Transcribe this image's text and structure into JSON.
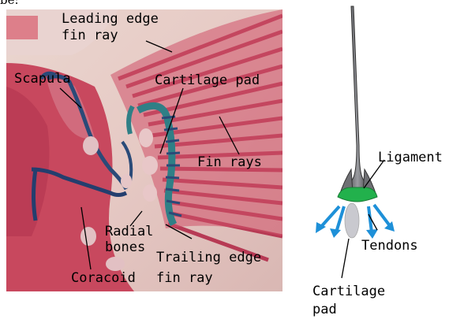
{
  "top_fragment": "be:",
  "left_panel": {
    "labels": {
      "leading_edge_line1": "Leading edge",
      "leading_edge_line2": "fin ray",
      "scapula": "Scapula",
      "cartilage_pad": "Cartilage pad",
      "fin_rays": "Fin rays",
      "radial_line1": "Radial",
      "radial_line2": "bones",
      "trailing_line1": "Trailing edge",
      "coracoid": "Coracoid",
      "trailing_line2": "fin ray"
    }
  },
  "right_panel": {
    "labels": {
      "ligament": "Ligament",
      "tendons": "Tendons",
      "cartilage_line1": "Cartilage",
      "cartilage_line2": "pad"
    }
  },
  "colors": {
    "tissue_red": "#c8485e",
    "bone_teal": "#2f7f86",
    "ray_gray": "#6f7074",
    "ligament_green": "#22b14c",
    "tendon_blue": "#1e90d8",
    "pad_gray": "#c9c9cf"
  }
}
